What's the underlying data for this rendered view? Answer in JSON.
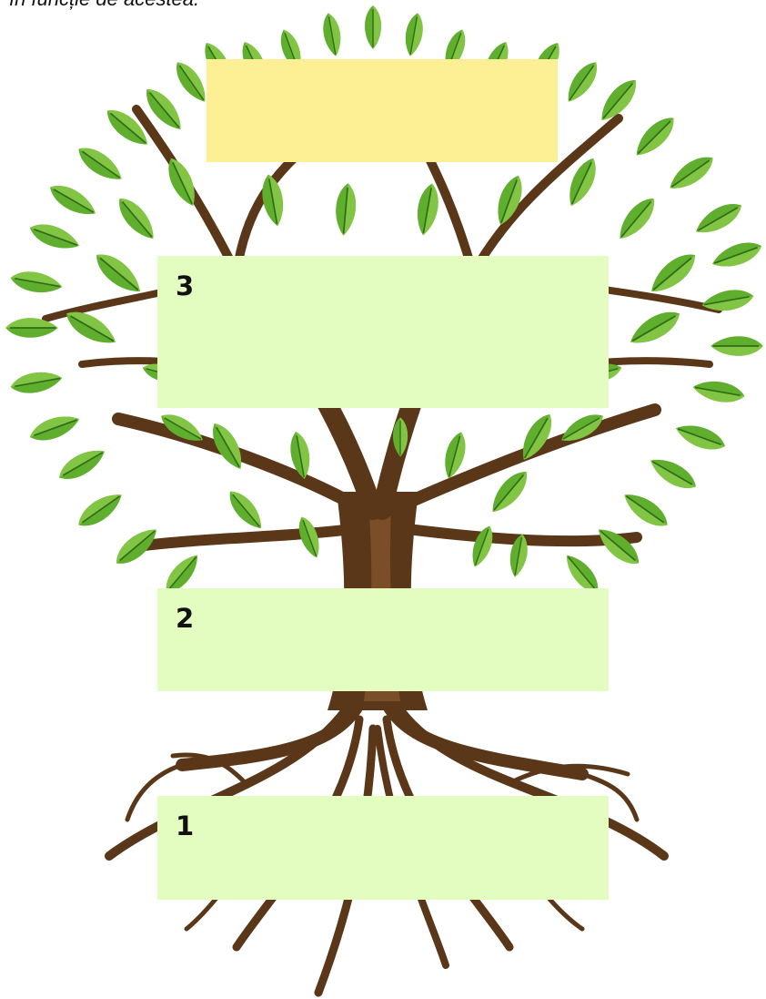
{
  "caption": "în funcție de acestea.",
  "colors": {
    "trunk": "#5a3718",
    "trunk_highlight": "#7a4e29",
    "leaf_dark": "#4e9526",
    "leaf_light": "#7fc341",
    "leaf_vein": "#2f6c16",
    "box_green": "#e2fdbf",
    "box_yellow": "#fdef93"
  },
  "boxes": {
    "top": {
      "label": ""
    },
    "level3": {
      "label": "3"
    },
    "level2": {
      "label": "2"
    },
    "level1": {
      "label": "1"
    }
  }
}
